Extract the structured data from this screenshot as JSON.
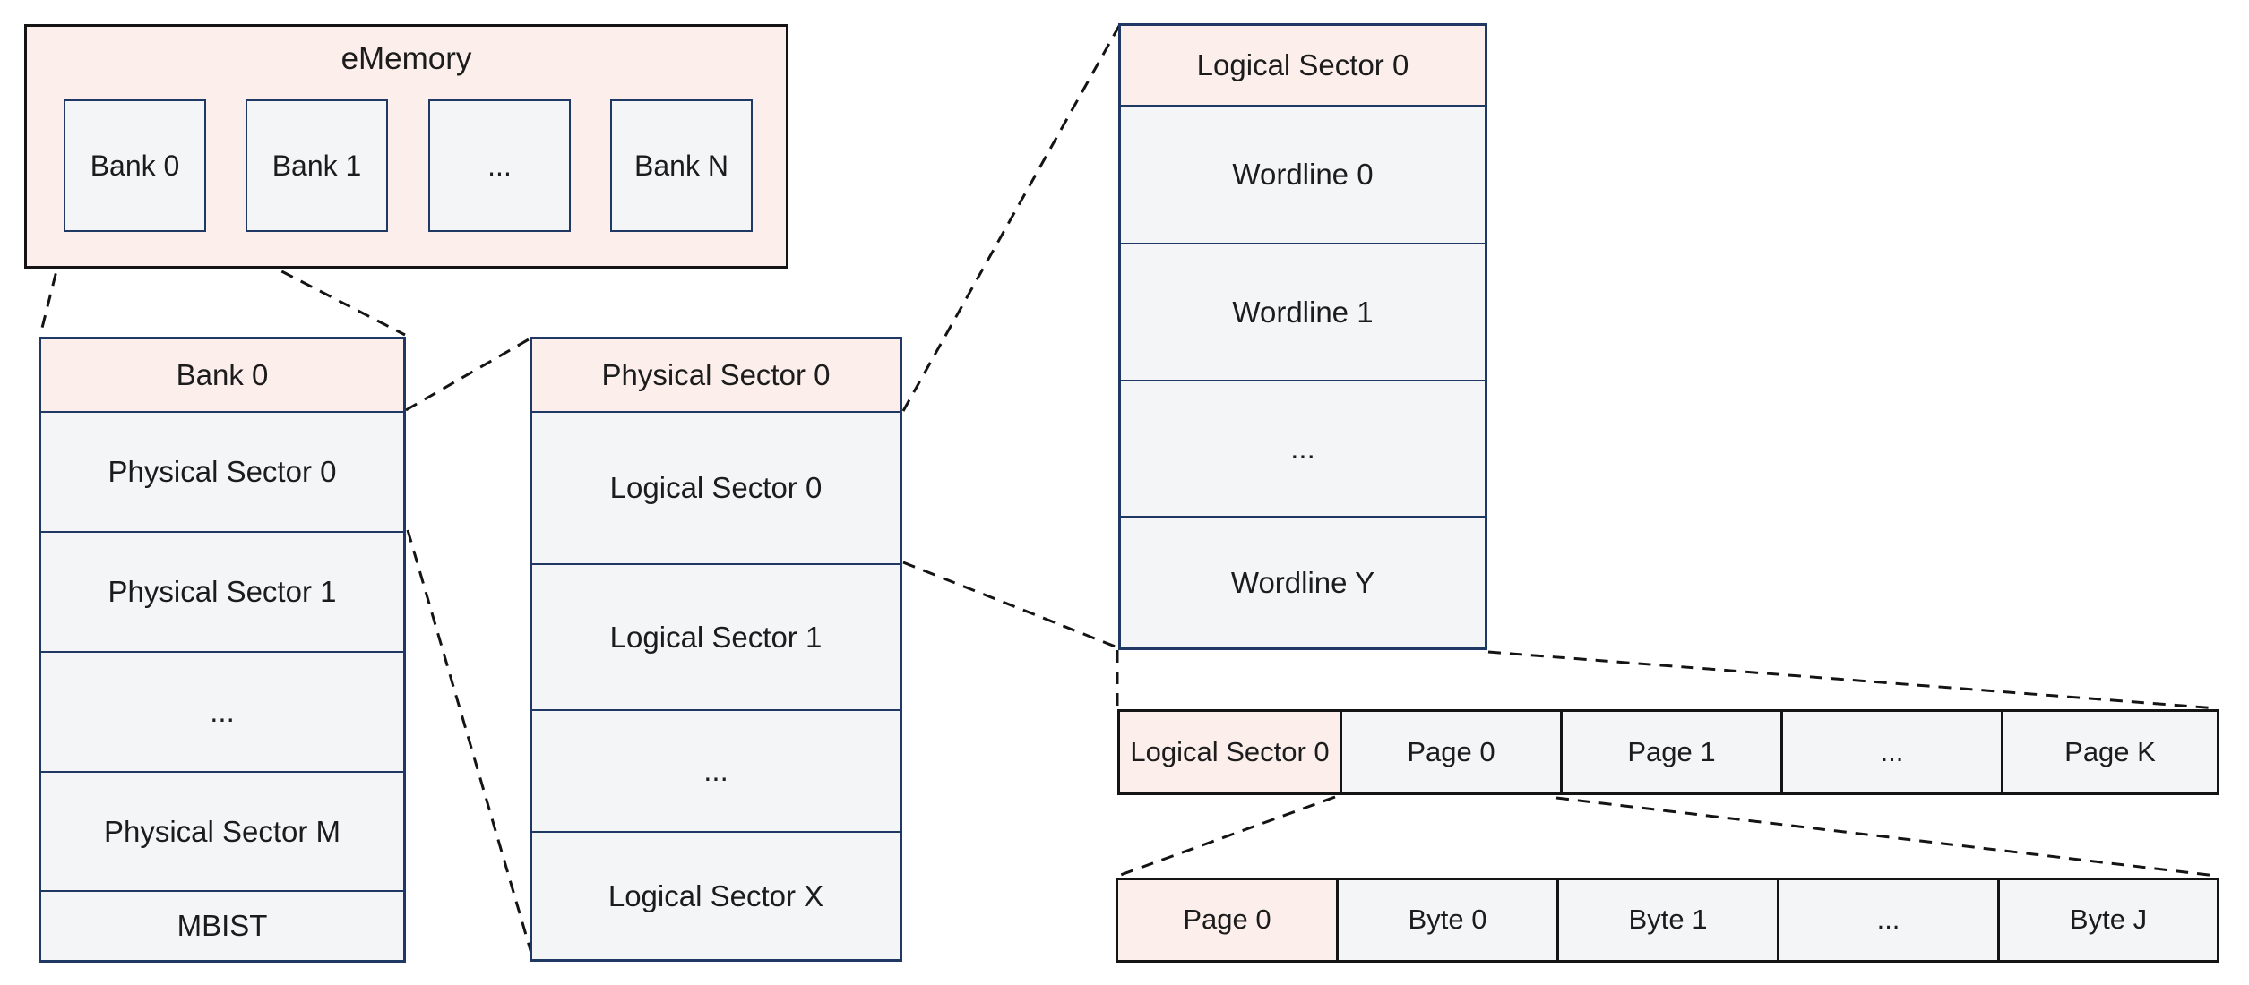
{
  "colors": {
    "header_fill": "#fbeeeb",
    "cell_fill": "#f4f5f7",
    "column_border": "#1f3864",
    "outer_border": "#141414",
    "connector_line": "#141414",
    "text": "#1c1c1c",
    "background": "#ffffff"
  },
  "ememory": {
    "title": "eMemory",
    "banks": [
      "Bank 0",
      "Bank 1",
      "...",
      "Bank N"
    ]
  },
  "bank_column": {
    "header": "Bank 0",
    "rows": [
      "Physical Sector 0",
      "Physical Sector 1",
      "...",
      "Physical Sector M",
      "MBIST"
    ]
  },
  "physical_sector_column": {
    "header": "Physical Sector 0",
    "rows": [
      "Logical Sector 0",
      "Logical Sector 1",
      "...",
      "Logical Sector X"
    ]
  },
  "logical_sector_column": {
    "header": "Logical Sector 0",
    "rows": [
      "Wordline 0",
      "Wordline 1",
      "...",
      "Wordline Y"
    ]
  },
  "pages_row": {
    "header": "Logical Sector 0",
    "cells": [
      "Page 0",
      "Page 1",
      "...",
      "Page K"
    ]
  },
  "bytes_row": {
    "header": "Page 0",
    "cells": [
      "Byte 0",
      "Byte 1",
      "...",
      "Byte J"
    ]
  }
}
